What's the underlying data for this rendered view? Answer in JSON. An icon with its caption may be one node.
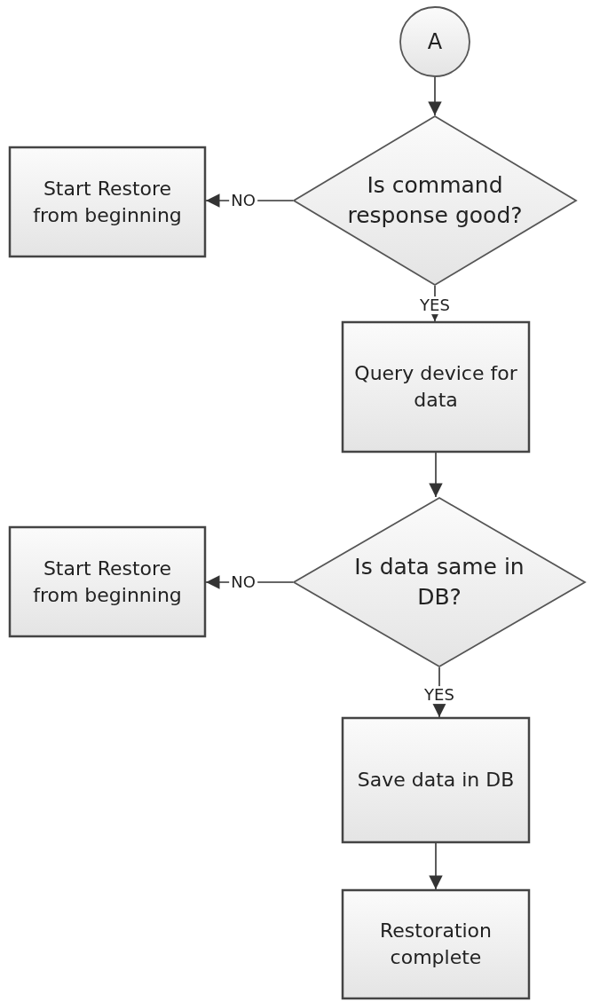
{
  "diagram": {
    "nodes": [
      {
        "text": [
          "A"
        ]
      },
      {
        "text": [
          "Is command response good?"
        ]
      },
      {
        "text": [
          "Start Restore from beginning"
        ]
      },
      {
        "text": [
          "Query device for data"
        ]
      },
      {
        "text": [
          "Is data same in DB?"
        ]
      },
      {
        "text": [
          "Start Restore from beginning"
        ]
      },
      {
        "text": [
          "Save data in DB"
        ]
      },
      {
        "text": [
          "Restoration complete"
        ]
      }
    ],
    "edges": [
      {
        "from": 0,
        "to": 1,
        "arrow": "to"
      },
      {
        "from": 1,
        "to": 2,
        "arrow": "to",
        "label": "NO"
      },
      {
        "from": 1,
        "to": 3,
        "arrow": "to",
        "label": "YES"
      },
      {
        "from": 3,
        "to": 4,
        "arrow": "to"
      },
      {
        "from": 4,
        "to": 5,
        "arrow": "to",
        "label": "NO"
      },
      {
        "from": 4,
        "to": 6,
        "arrow": "to",
        "label": "YES"
      },
      {
        "from": 6,
        "to": 7,
        "arrow": "to"
      }
    ]
  }
}
